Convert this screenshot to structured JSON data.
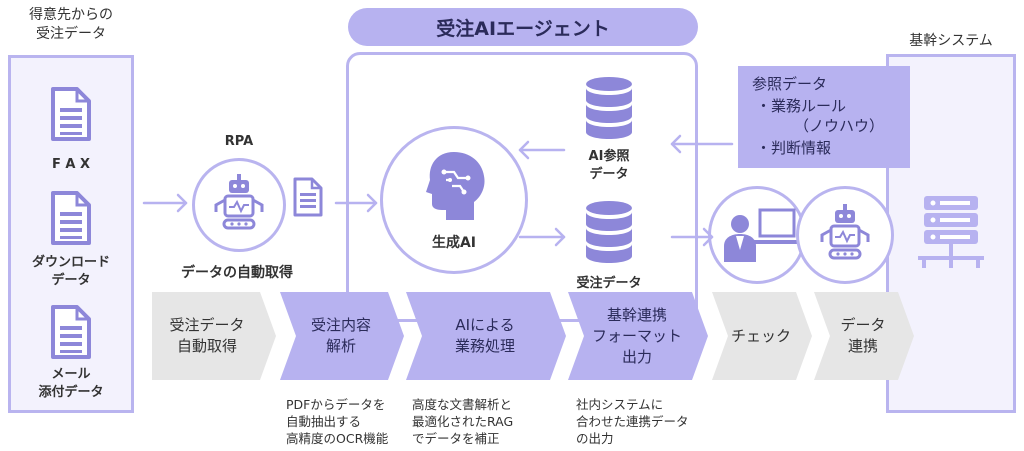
{
  "source": {
    "title_line1": "得意先からの",
    "title_line2": "受注データ",
    "items": [
      {
        "line1": "F A X",
        "line2": "",
        "icon": "document-icon"
      },
      {
        "line1": "ダウンロード",
        "line2": "データ",
        "icon": "document-icon"
      },
      {
        "line1": "メール",
        "line2": "添付データ",
        "icon": "document-icon"
      }
    ]
  },
  "rpa": {
    "label": "RPA",
    "caption": "データの自動取得",
    "icon": "robot-icon"
  },
  "agent": {
    "title": "受注AIエージェント",
    "ai_label": "生成AI",
    "ai_icon": "ai-head-icon",
    "db_ref_line1": "AI参照",
    "db_ref_line2": "データ",
    "db_order": "受注データ",
    "db_icon": "database-icon"
  },
  "core": {
    "title": "基幹システム",
    "icon": "server-icon",
    "ref_title": "参照データ",
    "ref_item1": "・業務ルール",
    "ref_item1b": "（ノウハウ）",
    "ref_item2": "・判断情報"
  },
  "check_icons": [
    "person-at-computer-icon",
    "robot-icon"
  ],
  "steps": [
    {
      "line1": "受注データ",
      "line2": "自動取得",
      "style": "gray"
    },
    {
      "line1": "受注内容",
      "line2": "解析",
      "style": "purple"
    },
    {
      "line1": "AIによる",
      "line2": "業務処理",
      "style": "purple"
    },
    {
      "line1": "基幹連携",
      "line2": "フォーマット",
      "line3": "出力",
      "style": "purple"
    },
    {
      "line1": "チェック",
      "line2": "",
      "style": "gray"
    },
    {
      "line1": "データ",
      "line2": "連携",
      "style": "gray"
    }
  ],
  "notes": {
    "n1": [
      "PDFからデータを",
      "自動抽出する",
      "高精度のOCR機能"
    ],
    "n2": [
      "高度な文書解析と",
      "最適化されたRAG",
      "でデータを補正"
    ],
    "n3": [
      "社内システムに",
      "合わせた連携データ",
      "の出力"
    ]
  },
  "colors": {
    "accent": "#b7b2f0",
    "panel": "#f3f2fd",
    "border": "#b9b4ef",
    "icon": "#8d87d9"
  }
}
